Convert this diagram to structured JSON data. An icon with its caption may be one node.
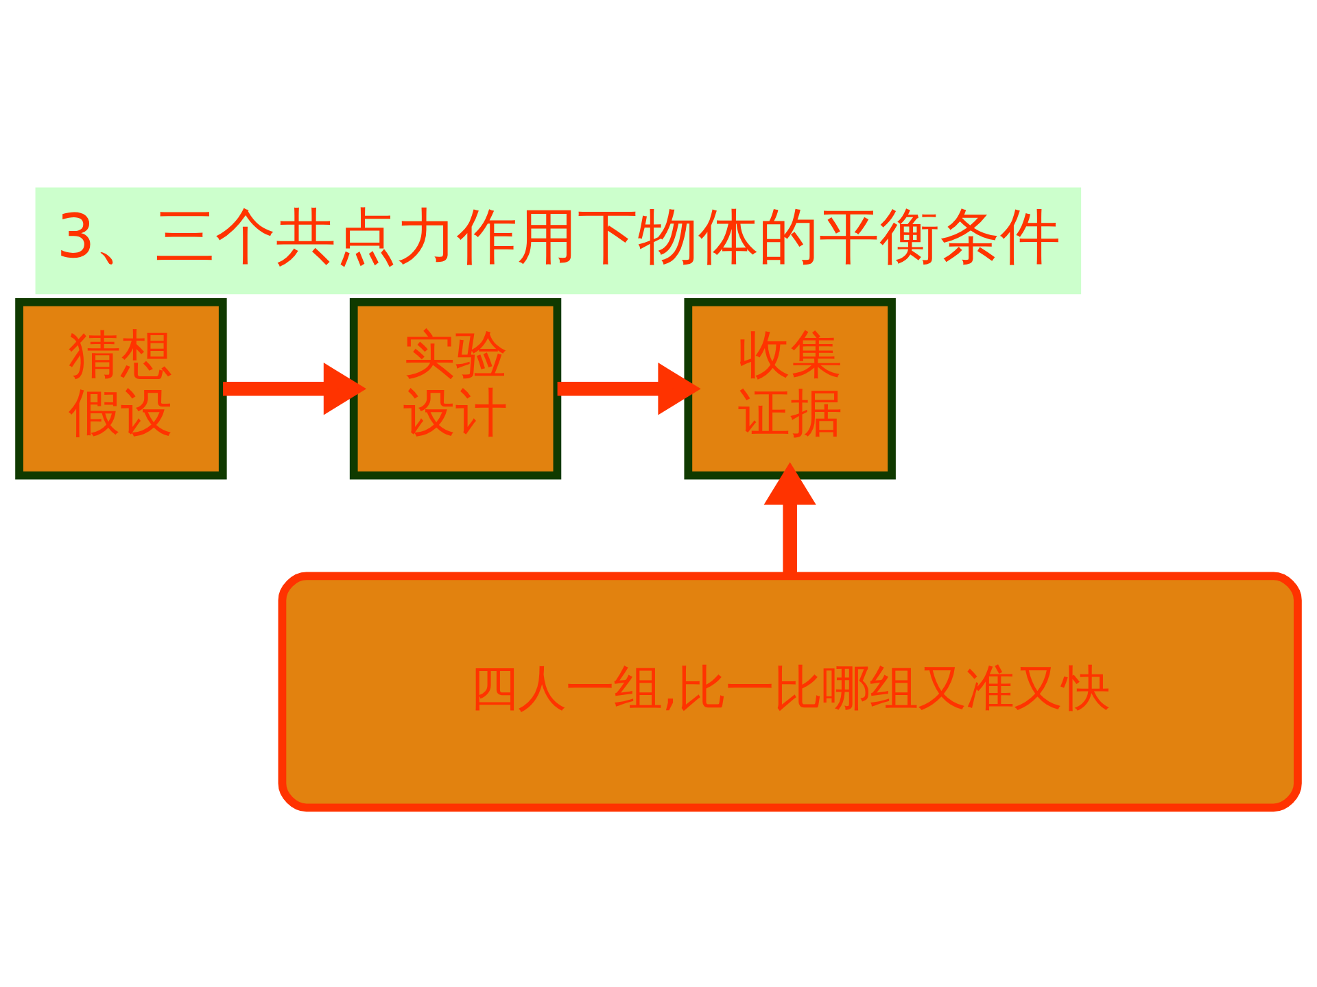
{
  "diagram": {
    "title": "3、三个共点力作用下物体的平衡条件",
    "nodes": [
      {
        "text": [
          "猜想假设"
        ]
      },
      {
        "text": [
          "实验设计"
        ]
      },
      {
        "text": [
          "收集证据"
        ]
      },
      {
        "text": [
          "四人一组,比一比哪组又准又快"
        ]
      }
    ],
    "edges": [
      {
        "from": 0,
        "to": 1,
        "arrow": "to"
      },
      {
        "from": 1,
        "to": 2,
        "arrow": "to"
      },
      {
        "from": 3,
        "to": 2,
        "arrow": "to"
      }
    ]
  }
}
